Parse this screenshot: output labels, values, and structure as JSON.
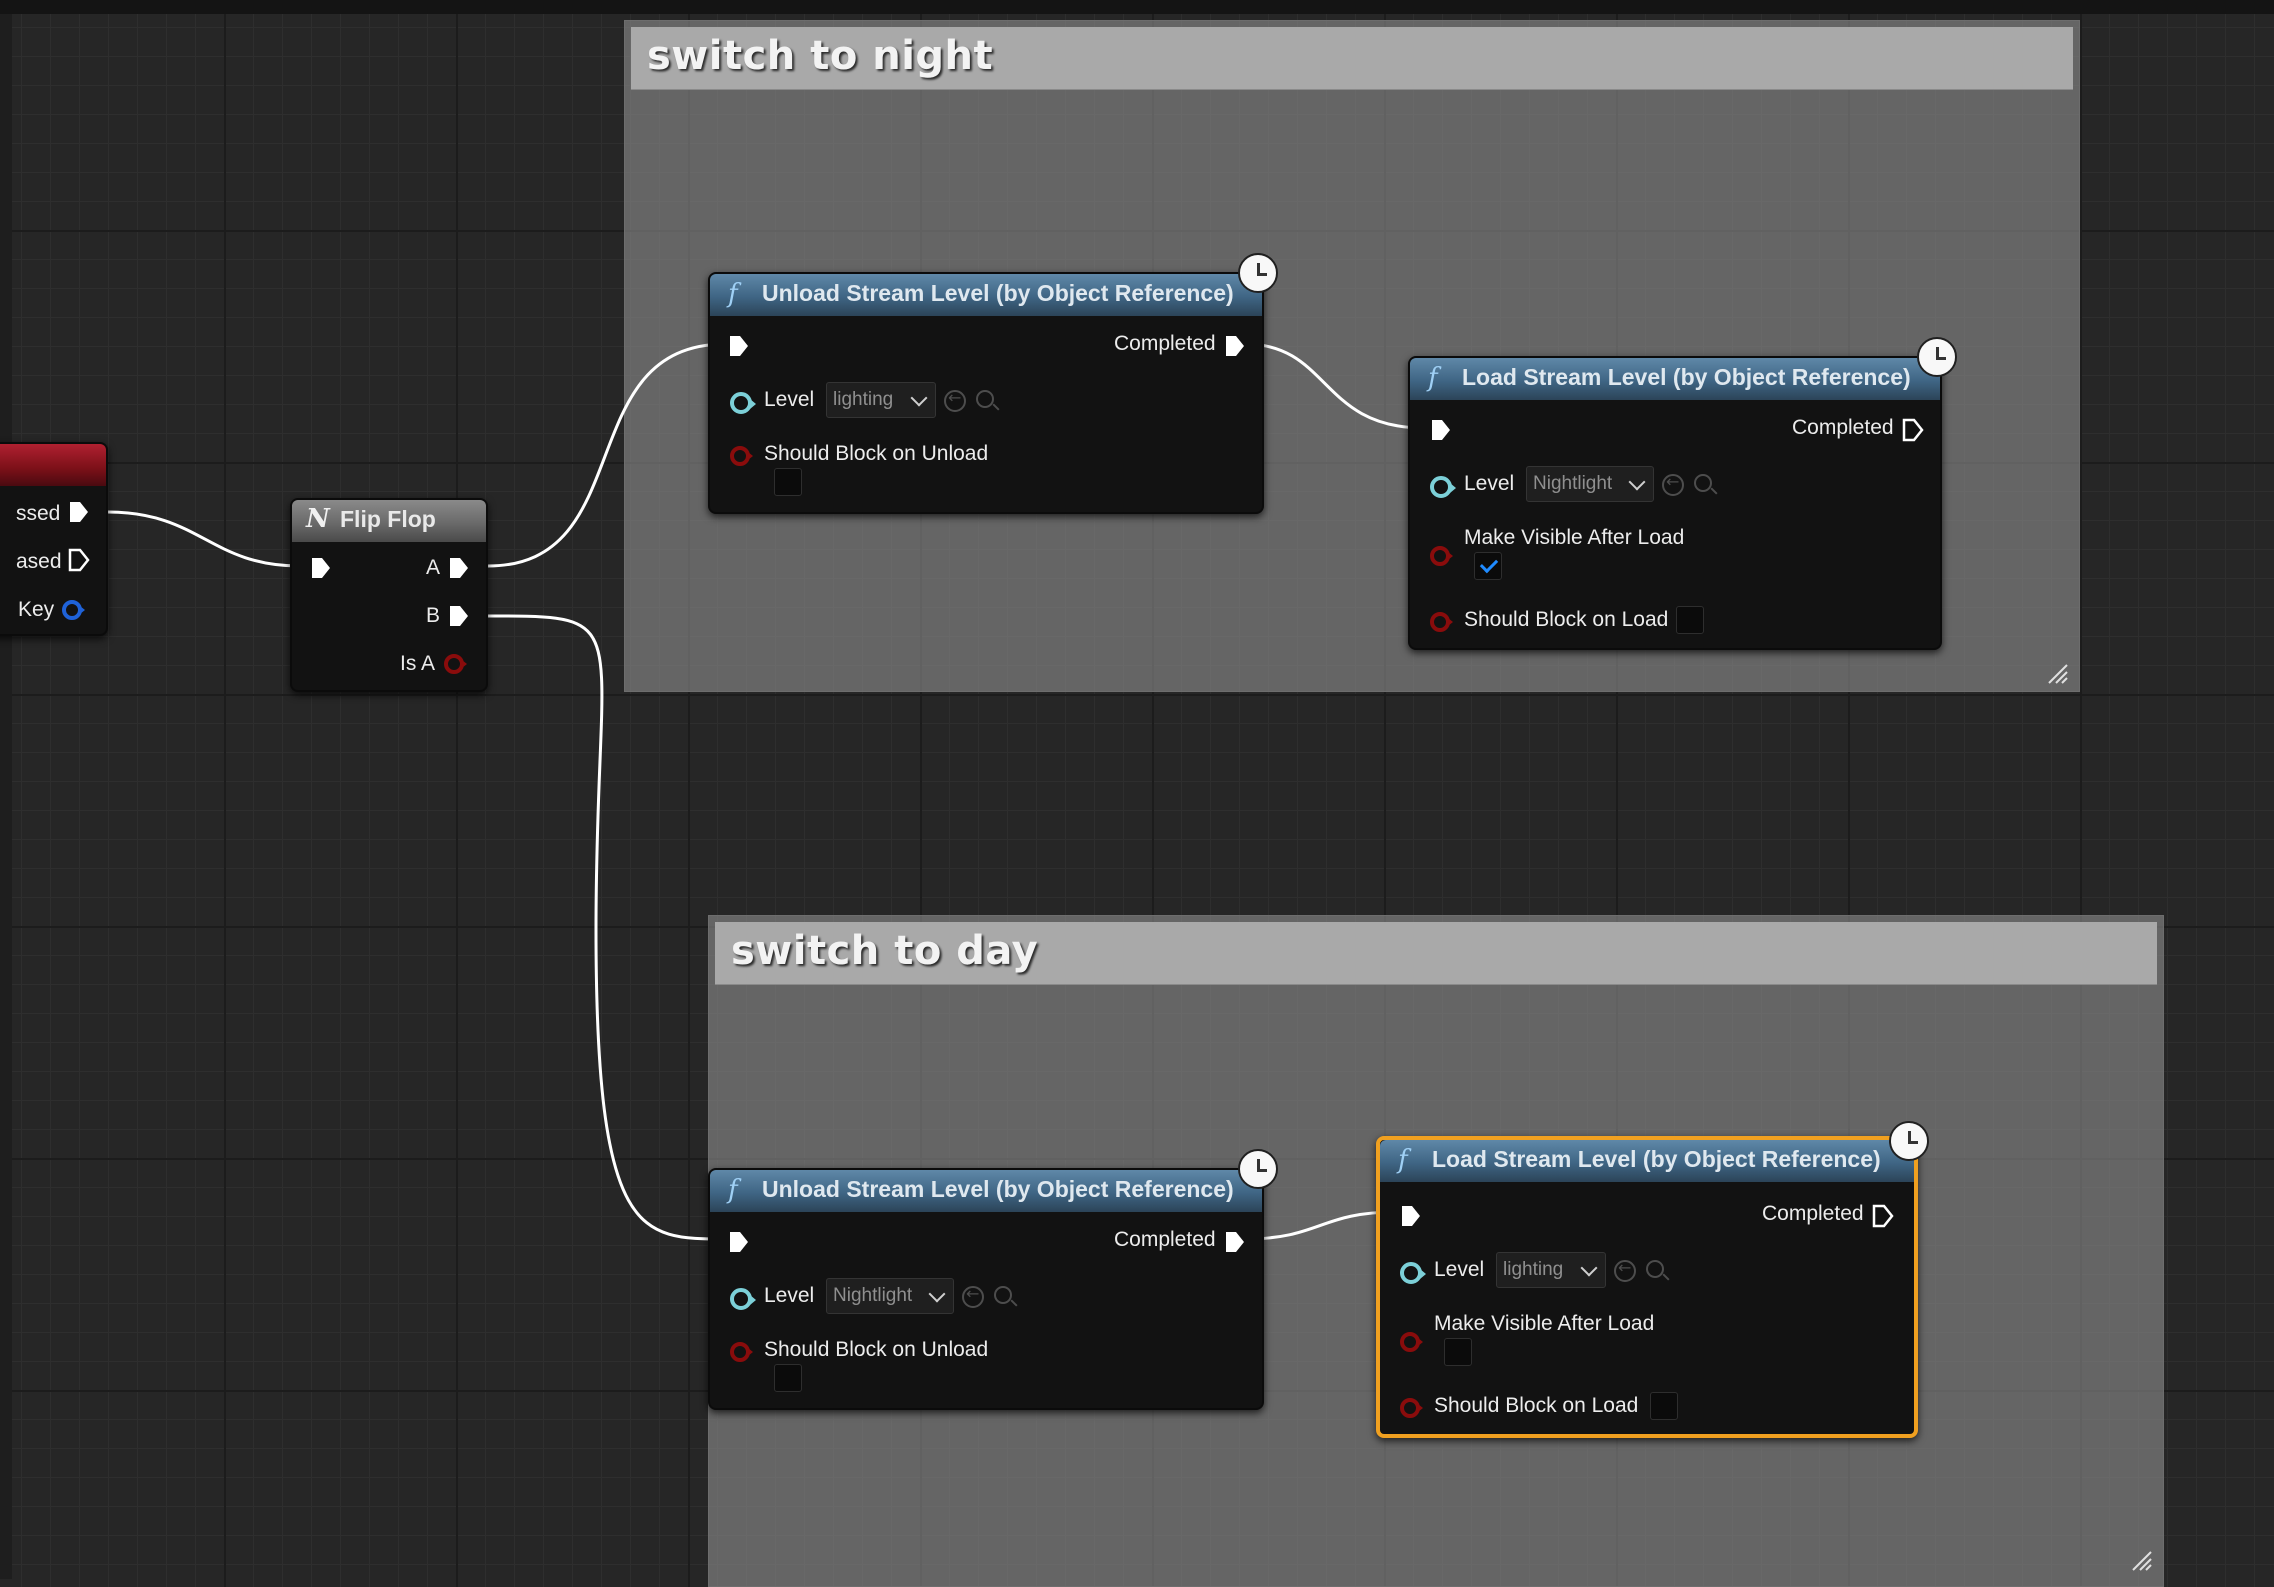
{
  "comments": {
    "night": {
      "title": "switch to night"
    },
    "day": {
      "title": "switch to day"
    }
  },
  "input_node": {
    "pins": [
      "ssed",
      "ased",
      "Key"
    ]
  },
  "flipflop": {
    "icon": "N",
    "title": "Flip Flop",
    "outputs": {
      "a": "A",
      "b": "B",
      "is_a": "Is A"
    }
  },
  "night_unload": {
    "icon": "f",
    "title": "Unload Stream Level (by Object Reference)",
    "completed": "Completed",
    "level_label": "Level",
    "level_value": "lighting",
    "should_block_label": "Should Block on Unload",
    "should_block": false
  },
  "night_load": {
    "icon": "f",
    "title": "Load Stream Level (by Object Reference)",
    "completed": "Completed",
    "level_label": "Level",
    "level_value": "Nightlight",
    "make_visible_label": "Make Visible After Load",
    "make_visible": true,
    "should_block_label": "Should Block on Load",
    "should_block": false
  },
  "day_unload": {
    "icon": "f",
    "title": "Unload Stream Level (by Object Reference)",
    "completed": "Completed",
    "level_label": "Level",
    "level_value": "Nightlight",
    "should_block_label": "Should Block on Unload",
    "should_block": false
  },
  "day_load": {
    "icon": "f",
    "title": "Load Stream Level (by Object Reference)",
    "completed": "Completed",
    "level_label": "Level",
    "level_value": "lighting",
    "make_visible_label": "Make Visible After Load",
    "make_visible": false,
    "should_block_label": "Should Block on Load",
    "should_block": false,
    "selected": true
  },
  "colors": {
    "exec_pin": "#ffffff",
    "object_pin": "#7cd0d8",
    "bool_pin": "#8a0c0c",
    "key_pin": "#1f62d8",
    "selection": "#f0a020",
    "function_header": "#3f6584"
  }
}
